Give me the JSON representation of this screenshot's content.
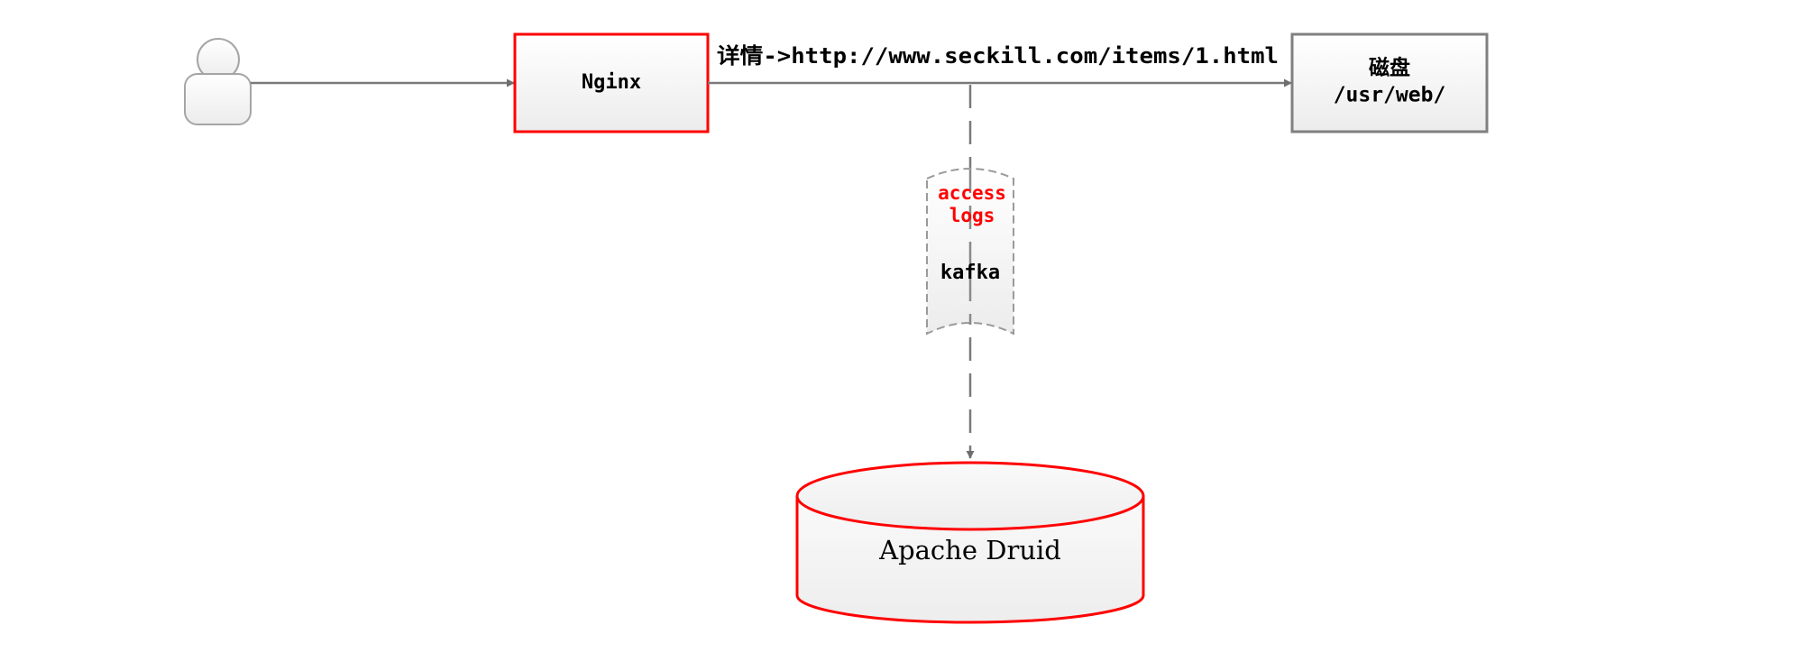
{
  "nodes": {
    "nginx": {
      "label": "Nginx"
    },
    "disk": {
      "line1": "磁盘",
      "line2": "/usr/web/"
    },
    "queue": {
      "line1": "access",
      "line2": "logs",
      "line3": "kafka"
    },
    "druid": {
      "label": "Apache Druid"
    }
  },
  "edges": {
    "detail_label": "详情->http://www.seckill.com/items/1.html"
  },
  "colors": {
    "accent": "#ff0000",
    "stroke": "#7a7a7a",
    "text": "#000000"
  }
}
